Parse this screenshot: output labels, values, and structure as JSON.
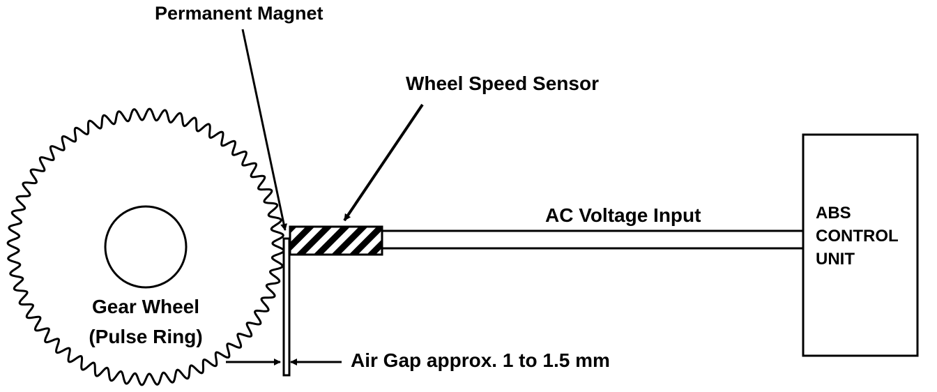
{
  "labels": {
    "permanent_magnet": "Permanent Magnet",
    "wheel_speed_sensor": "Wheel Speed Sensor",
    "ac_voltage_input": "AC Voltage Input",
    "abs_unit_line1": "ABS",
    "abs_unit_line2": "CONTROL",
    "abs_unit_line3": "UNIT",
    "gear_wheel_line1": "Gear Wheel",
    "gear_wheel_line2": "(Pulse Ring)",
    "air_gap": "Air Gap approx. 1 to 1.5 mm"
  },
  "gear": {
    "teeth": 56
  },
  "colors": {
    "ink": "#000000",
    "paper": "#ffffff"
  }
}
